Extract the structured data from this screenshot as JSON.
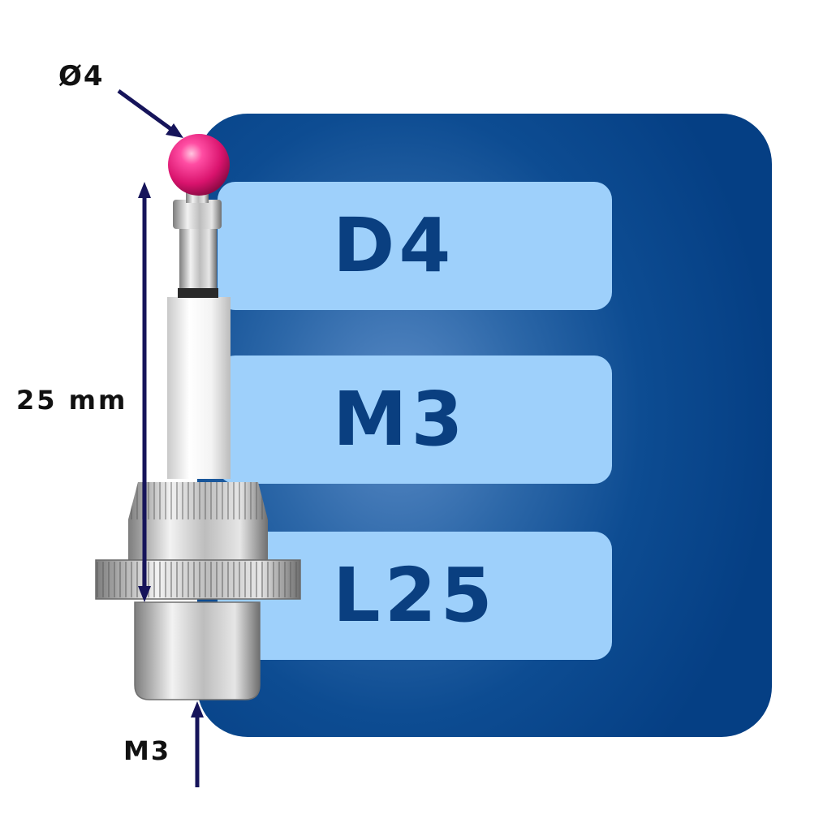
{
  "specs": [
    {
      "label": "D4"
    },
    {
      "label": "M3"
    },
    {
      "label": "L25"
    }
  ],
  "dimensions": {
    "ball_diameter": "Ø4",
    "length": "25 mm",
    "thread": "M3"
  },
  "icons": [
    "stylus-probe-icon",
    "dimension-arrow-icon"
  ],
  "colors": {
    "panel": "#0d4c92",
    "spec_box": "#9ed0fb",
    "spec_text": "#0a3f80",
    "ruby_ball": "#e81a78",
    "arrow": "#16145a"
  }
}
